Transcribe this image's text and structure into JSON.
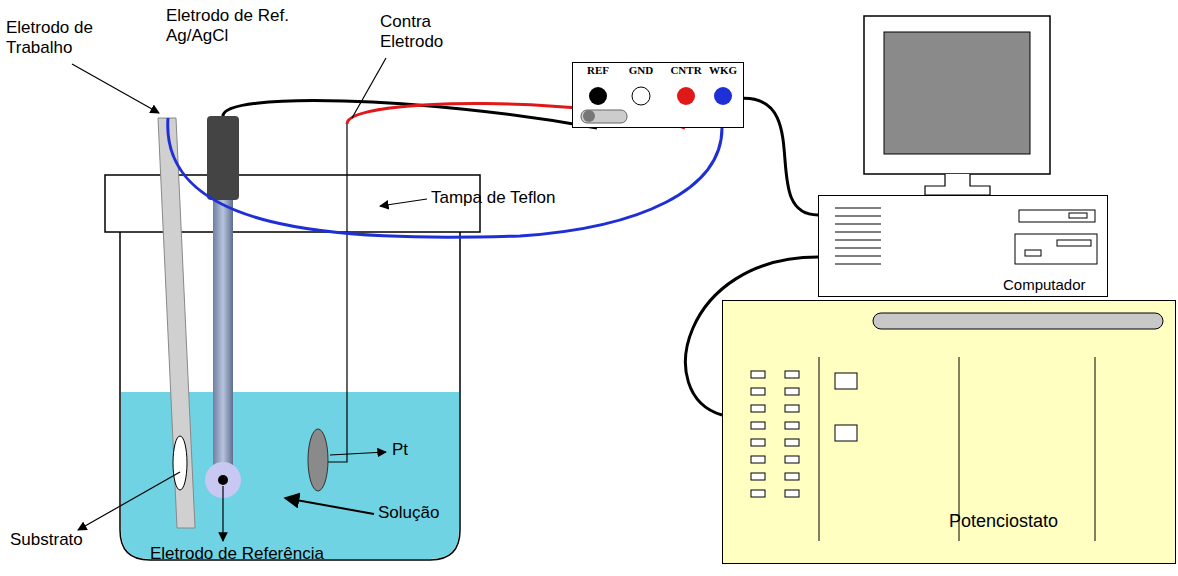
{
  "diagram": {
    "nodes": [
      {
        "text": [
          "REF",
          "GND",
          "CNTR",
          "WKG"
        ]
      },
      {
        "text": [
          "Computador"
        ]
      },
      {
        "text": [
          "Potenciostato"
        ]
      }
    ],
    "edges": [
      {
        "from": 0,
        "to": 1,
        "arrow": "none"
      },
      {
        "from": 2,
        "to": 1,
        "arrow": "none"
      }
    ],
    "labels": [
      "Eletrodo de Trabalho",
      "Eletrodo de Ref. Ag/AgCl",
      "Contra Eletrodo",
      "Tampa de Teflon",
      "Pt",
      "Substrato",
      "Eletrodo de Referência",
      "Solução"
    ]
  }
}
